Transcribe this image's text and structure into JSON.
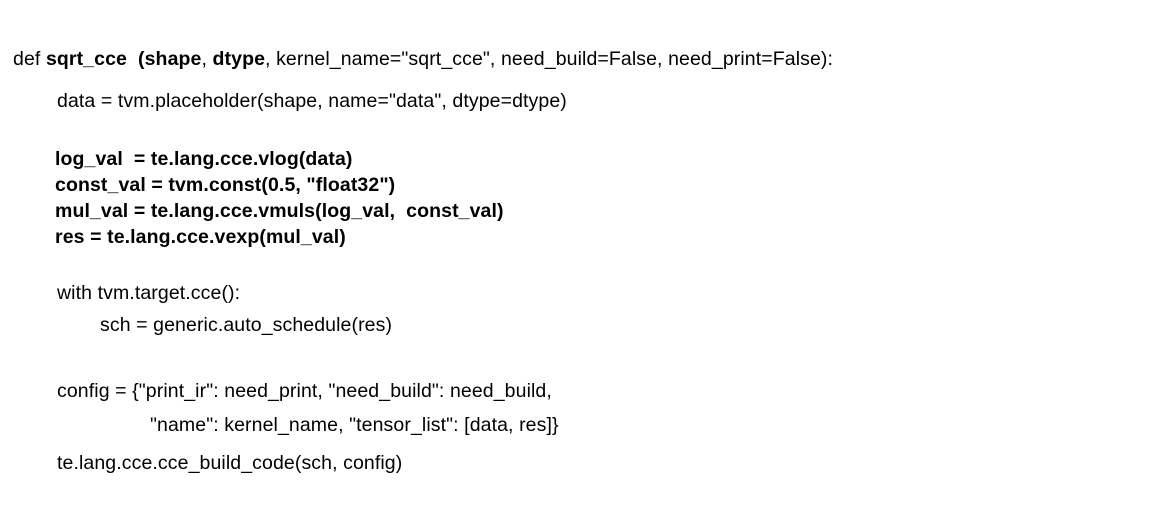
{
  "document": {
    "kind": "code-listing",
    "language": "python",
    "background_color": "#ffffff",
    "text_color": "#000000"
  },
  "code": {
    "lines": [
      {
        "id": "signature",
        "indent": 0,
        "bold": false,
        "text": "def sqrt_cce  (shape, dtype, kernel_name=\"sqrt_cce\", need_build=False, need_print=False):",
        "segments": [
          {
            "text": "def ",
            "bold": false
          },
          {
            "text": "sqrt_cce",
            "bold": true
          },
          {
            "text": "  ",
            "bold": false
          },
          {
            "text": "(shape",
            "bold": true
          },
          {
            "text": ", ",
            "bold": false
          },
          {
            "text": "dtype",
            "bold": true
          },
          {
            "text": ", kernel_name=\"sqrt_cce\", need_build=False, need_print=False):",
            "bold": false
          }
        ]
      },
      {
        "id": "placeholder",
        "indent": 1,
        "bold": false,
        "text": "data = tvm.placeholder(shape, name=\"data\", dtype=dtype)"
      },
      {
        "id": "log-val",
        "indent": 1,
        "bold": true,
        "text": "log_val  = te.lang.cce.vlog(data)"
      },
      {
        "id": "const-val",
        "indent": 1,
        "bold": true,
        "text": "const_val = tvm.const(0.5, \"float32\")"
      },
      {
        "id": "mul-val",
        "indent": 1,
        "bold": true,
        "text": "mul_val = te.lang.cce.vmuls(log_val,  const_val)"
      },
      {
        "id": "res",
        "indent": 1,
        "bold": true,
        "text": "res = te.lang.cce.vexp(mul_val)"
      },
      {
        "id": "with-target",
        "indent": 1,
        "bold": false,
        "text": "with tvm.target.cce():"
      },
      {
        "id": "auto-schedule",
        "indent": 2,
        "bold": false,
        "text": "sch = generic.auto_schedule(res)"
      },
      {
        "id": "config-open",
        "indent": 1,
        "bold": false,
        "text": "config = {\"print_ir\": need_print, \"need_build\": need_build,"
      },
      {
        "id": "config-cont",
        "indent": 3,
        "bold": false,
        "text": "\"name\": kernel_name, \"tensor_list\": [data, res]}"
      },
      {
        "id": "build-code",
        "indent": 1,
        "bold": false,
        "text": "te.lang.cce.cce_build_code(sch, config)"
      }
    ]
  }
}
